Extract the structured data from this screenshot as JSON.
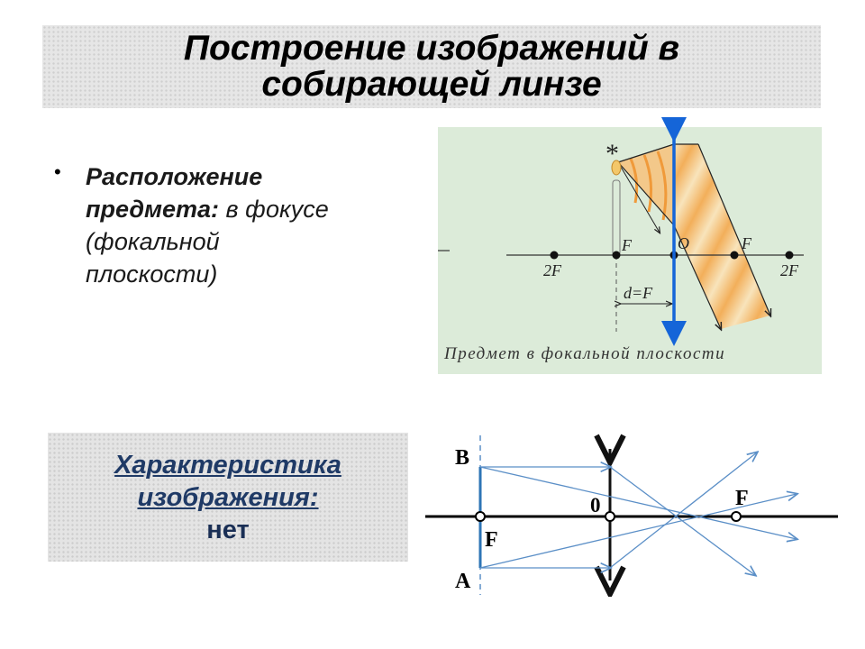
{
  "title": {
    "line1": "Построение изображений в",
    "line2": "собирающей линзе"
  },
  "bullet": {
    "symbol": "•",
    "label_line1": "Расположение",
    "label_line2": "предмета:",
    "value_part1": "в фокусе",
    "value_line3": "(фокальной",
    "value_line4": "плоскости)"
  },
  "top_diagram": {
    "label_2f_left": "2F",
    "label_f_left": "F",
    "label_o": "O",
    "label_f_right": "F",
    "label_2f_right": "2F",
    "label_d": "d=F",
    "star": "*",
    "caption": "Предмет в фокальной плоскости",
    "colors": {
      "background": "#dcebd9",
      "lens": "#1565d8",
      "beam": "#f5b15a"
    }
  },
  "characteristic": {
    "line1": "Характеристика",
    "line2": "изображения:",
    "value": "нет",
    "color": "#1f3a66"
  },
  "bottom_diagram": {
    "label_b": "B",
    "label_a": "A",
    "label_0": "0",
    "label_f_left": "F",
    "label_f_right": "F",
    "colors": {
      "object": "#2e75b6",
      "rays": "#5b8fc7",
      "axis": "#000000"
    }
  }
}
